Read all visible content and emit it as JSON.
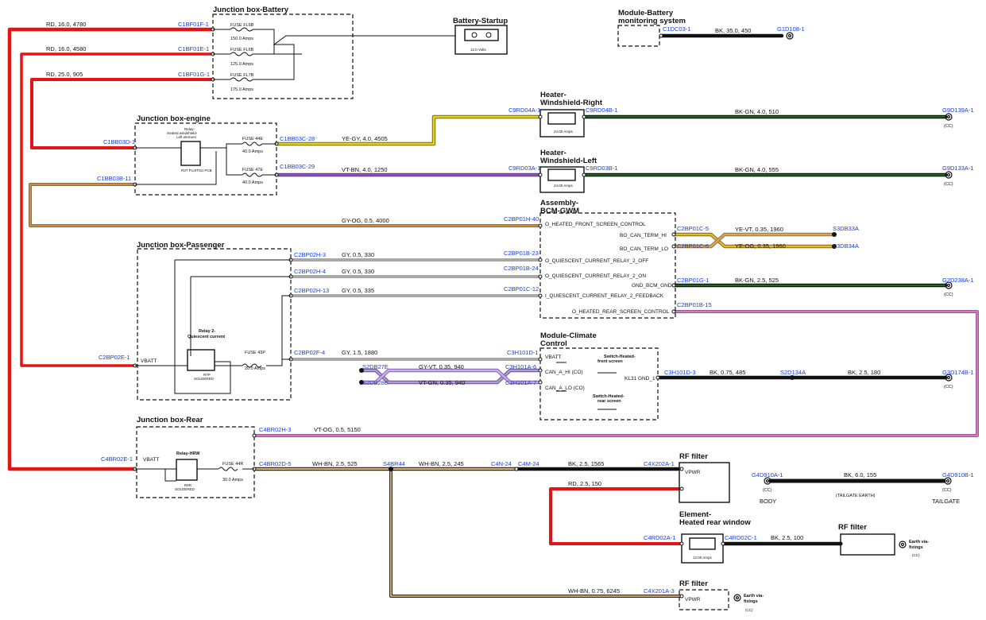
{
  "colors": {
    "red": "#e31414",
    "yellow": "#e8d21a",
    "green": "#1e8a1e",
    "black": "#111111",
    "gray": "#a8a8a8",
    "orange": "#d28a3c",
    "violet": "#8a4fc4",
    "pink": "#d27ab8",
    "blue": "#1a3cd6",
    "tan": "#c89a5a"
  },
  "components": {
    "jb_battery": {
      "title": "Junction box-Battery",
      "fuses": [
        {
          "name": "FUSE FL6B",
          "rating": "150.0 Amps"
        },
        {
          "name": "FUSE FL6B",
          "rating": "125.0 Amps"
        },
        {
          "name": "FUSE FL7B",
          "rating": "175.0 Amps"
        }
      ]
    },
    "battery": {
      "title": "Battery-Startup",
      "voltage": "12.0 Volts"
    },
    "bms": {
      "title": "Module-Battery monitoring system"
    },
    "jb_engine": {
      "title": "Junction box-engine",
      "relay_title": "Relay-Heated windshield-Left element",
      "relay_sub": "R3T FUJITSU PCB",
      "fuses": [
        {
          "name": "FUSE 44E",
          "rating": "40.0 Amps"
        },
        {
          "name": "FUSE 47E",
          "rating": "40.0 Amps"
        }
      ]
    },
    "heater_right": {
      "title": "Heater-Windshield-Right",
      "rating": "24.00 Amps"
    },
    "heater_left": {
      "title": "Heater-Windshield-Left",
      "rating": "24.00 Amps"
    },
    "bcm": {
      "title": "Assembly-BCM-GWM",
      "signals": [
        "O_HEATED_FRONT_SCREEN_CONTROL",
        "BO_CAN_TERM_HI",
        "BO_CAN_TERM_LO",
        "O_QUIESCENT_CURRENT_RELAY_2_OFF",
        "O_QUIESCENT_CURRENT_RELAY_2_ON",
        "GND_BCM_GND",
        "I_QUIESCENT_CURRENT_RELAY_2_FEEDBACK",
        "O_HEATED_REAR_SCREEN_CONTROL"
      ]
    },
    "jb_passenger": {
      "title": "Junction box-Passenger",
      "relay_title": "Relay 2-Quiescent current",
      "relay_sub": "R7P SOLDERED",
      "vbatt": "VBATT",
      "fuse": {
        "name": "FUSE 43P",
        "rating": "20.0 Amps"
      }
    },
    "climate": {
      "title": "Module-Climate Control",
      "signals": [
        "VBATT",
        "CAN_A_HI (CO)",
        "CAN_A_LO (CO)",
        "KL31 GND_1"
      ],
      "switch_front": "Switch-Heated-front screen",
      "switch_rear": "Switch-Heated-rear screen"
    },
    "jb_rear": {
      "title": "Junction box-Rear",
      "relay_title": "Relay-HRW",
      "relay_sub": "R6R SOLDERED",
      "vbatt": "VBATT",
      "fuse": {
        "name": "FUSE 44R",
        "rating": "30.0 Amps"
      }
    },
    "rf_filter_1": {
      "title": "RF filter",
      "pin": "VPWR"
    },
    "rf_filter_2": {
      "title": "RF filter"
    },
    "rf_filter_3": {
      "title": "RF filter",
      "pin": "VPWR"
    },
    "rear_window": {
      "title": "Element-Heated rear window",
      "rating": "12.00 Amps"
    },
    "earth_1": {
      "label": "Earth via-fixings",
      "sub": "(CC)"
    },
    "earth_2": {
      "label": "Earth via-fixings",
      "sub": "(CC)"
    }
  },
  "connectors": [
    "C1BF01F-1",
    "C1BF01E-1",
    "C1BF01G-1",
    "C1DC03-1",
    "G1D108-1",
    "C1BB03D-1",
    "C1BB03B-11",
    "C1BB03C-28",
    "C1BB03C-29",
    "C9RD04A-1",
    "C9RD04B-1",
    "G9D139A-1",
    "C9RD03A-1",
    "C9RD03B-1",
    "G9D133A-1",
    "C2BP01H-40",
    "C2BP01C-5",
    "C2BP01C-6",
    "S3DB33A",
    "S3DB34A",
    "C2BP02H-3",
    "C2BP01B-23",
    "C2BP02H-4",
    "C2BP01B-24",
    "C2BP01G-1",
    "G2D238A-1",
    "C2BP02H-13",
    "C2BP01C-12",
    "C2BP01B-15",
    "C2BP02E-1",
    "C2BP02F-4",
    "C3H101D-1",
    "S2DB27E",
    "C3H101A-6",
    "S2DB28E",
    "C3H101A-7",
    "C3H101D-3",
    "S2D134A",
    "G3D174B-1",
    "C4BR02H-3",
    "C4BR02E-1",
    "C4BR02D-5",
    "S4BR44",
    "C4N-24",
    "C4M-24",
    "C4X202A-1",
    "G4D910A-1",
    "G4D910B-1",
    "C4RD02A-1",
    "C4RD02C-1",
    "C4X201A-3"
  ],
  "wires": [
    "RD, 16.0, 4780",
    "RD, 16.0, 4580",
    "RD, 25.0, 905",
    "BK, 35.0, 450",
    "YE-GY, 4.0, 4505",
    "VT-BN, 4.0, 1250",
    "BK-GN, 4.0, 510",
    "BK-GN, 4.0, 555",
    "GY-OG, 0.5, 4000",
    "YE-VT, 0.35, 1960",
    "YE-OG, 0.35, 1960",
    "GY, 0.5, 330",
    "GY, 0.5, 330",
    "BK-GN, 2.5, 525",
    "GY, 0.5, 335",
    "GY, 1.5, 1880",
    "GY-VT, 0.35, 940",
    "VT-GN, 0.35, 940",
    "BK, 0.75, 485",
    "BK, 2.5, 180",
    "VT-OG, 0.5, 5150",
    "WH-BN, 2.5, 525",
    "WH-BN, 2.5, 245",
    "BK, 2.5, 1565",
    "BK, 6.0, 155",
    "RD, 2.5, 150",
    "BK, 2.5, 100",
    "WH-BN, 0.75, 6245"
  ],
  "grounds": {
    "cc": "(CC)",
    "body": "BODY",
    "tailgate": "TAILGATE",
    "tailgate_earth": "(TAILGATE EARTH)"
  }
}
